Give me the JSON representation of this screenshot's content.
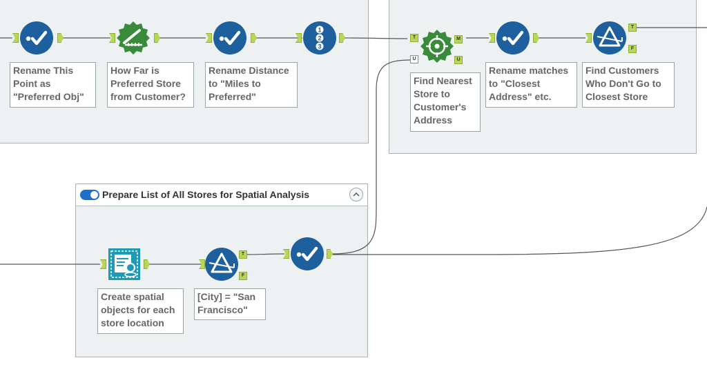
{
  "containers": {
    "prepare_stores": {
      "title": "Prepare List of All Stores for Spatial Analysis"
    }
  },
  "tools": {
    "select_rename_point": {
      "icon": "select-checkmark-icon",
      "annotation": "Rename This\nPoint as\n\"Preferred Obj\""
    },
    "distance": {
      "icon": "distance-ruler-icon",
      "annotation": "How Far is\nPreferred Store\nfrom Customer?"
    },
    "select_rename_distance": {
      "icon": "select-checkmark-icon",
      "annotation": "Rename Distance\nto \"Miles to\nPreferred\""
    },
    "union": {
      "icon": "union-numbered-icon"
    },
    "find_nearest": {
      "icon": "find-nearest-target-icon",
      "annotation": "Find Nearest\nStore to\nCustomer's\nAddress",
      "anchors": {
        "input_target": "T",
        "input_universe": "U",
        "output_matches": "M",
        "output_unmatched": "U"
      }
    },
    "select_rename_matches": {
      "icon": "select-checkmark-icon",
      "annotation": "Rename matches\nto \"Closest\nAddress\" etc."
    },
    "filter_customers": {
      "icon": "filter-triangle-icon",
      "annotation": "Find Customers\nWho Don't Go to\nClosest Store",
      "anchors": {
        "true": "T",
        "false": "F"
      }
    },
    "create_points": {
      "icon": "create-points-icon",
      "annotation": "Create spatial\nobjects for each\nstore  location"
    },
    "filter_city": {
      "icon": "filter-triangle-icon",
      "annotation": "[City] = \"San\nFrancisco\"",
      "anchors": {
        "true": "T",
        "false": "F"
      }
    },
    "select_stores": {
      "icon": "select-checkmark-icon"
    }
  },
  "colors": {
    "canvas": "#ffffff",
    "container_bg": "#eef1f2",
    "preparation_blue": "#1e5f9e",
    "spatial_green": "#3a8a3c",
    "anchor_green": "#b7d65a",
    "wire": "#555555"
  }
}
